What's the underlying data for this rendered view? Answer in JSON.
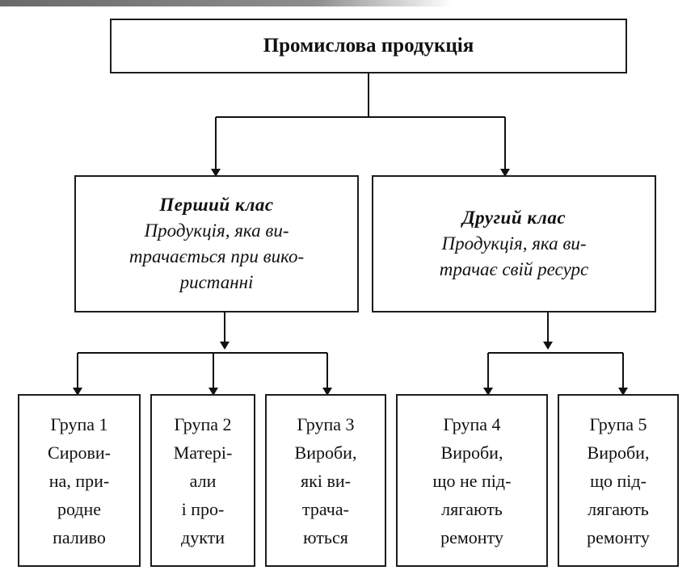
{
  "root": {
    "label": "Промислова продукція"
  },
  "classes": [
    {
      "title": "Перший клас",
      "lines": [
        "Продукція, яка ви-",
        "трачається при вико-",
        "ристанні"
      ]
    },
    {
      "title": "Другий клас",
      "lines": [
        "Продукція, яка ви-",
        "трачає свій ресурс"
      ]
    }
  ],
  "groups": [
    {
      "lines": [
        "Група 1",
        "Сирови-",
        "на, при-",
        "родне",
        "паливо"
      ]
    },
    {
      "lines": [
        "Група 2",
        "Матері-",
        "али",
        "і про-",
        "дукти"
      ]
    },
    {
      "lines": [
        "Група 3",
        "Вироби,",
        "які ви-",
        "трача-",
        "ються"
      ]
    },
    {
      "lines": [
        "Група 4",
        "Вироби,",
        "що не під-",
        "лягають",
        "ремонту"
      ]
    },
    {
      "lines": [
        "Група 5",
        "Вироби,",
        "що під-",
        "лягають",
        "ремонту"
      ]
    }
  ]
}
